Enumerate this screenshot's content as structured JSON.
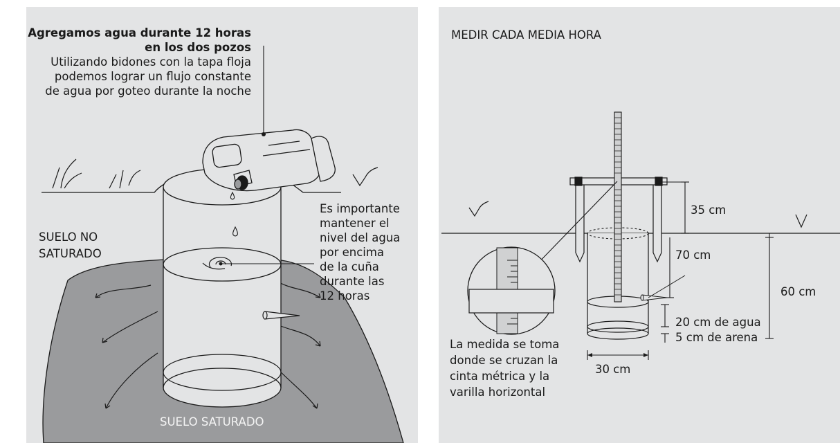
{
  "left_panel": {
    "heading_line1": "Agregamos agua durante 12 horas",
    "heading_line2": "en los dos pozos",
    "body_line1": "Utilizando bidones con la tapa floja",
    "body_line2": "podemos lograr un flujo constante",
    "body_line3": "de agua por goteo durante la noche",
    "unsaturated_line1": "SUELO NO",
    "unsaturated_line2": "SATURADO",
    "saturated": "SUELO SATURADO",
    "note_lines": [
      "Es importante",
      "mantener el",
      "nivel del agua",
      "por encima",
      "de la cuña",
      "durante las",
      "12 horas"
    ]
  },
  "right_panel": {
    "title": "MEDIR CADA MEDIA HORA",
    "dim_35": "35 cm",
    "dim_70": "70 cm",
    "dim_60": "60 cm",
    "dim_20": "20 cm de agua",
    "dim_5": "5 cm de arena",
    "dim_30": "30 cm",
    "caption_lines": [
      "La medida se toma",
      "donde se cruzan la",
      "cinta métrica y la",
      "varilla horizontal"
    ]
  },
  "colors": {
    "panel_bg": "#e3e4e5",
    "saturated_soil": "#9a9b9d",
    "line": "#1a1a1a"
  }
}
